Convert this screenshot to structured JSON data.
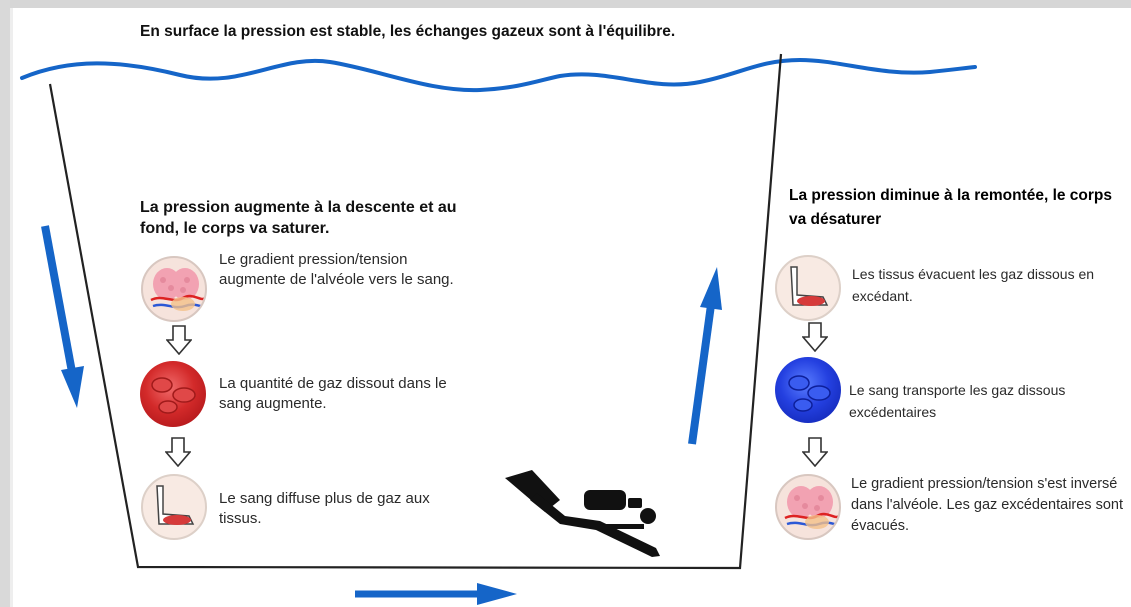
{
  "title": "En surface la pression est stable, les échanges gazeux sont à l'équilibre.",
  "left": {
    "heading": "La pression augmente à la descente et au fond, le corps va saturer.",
    "steps": [
      {
        "icon": "lung-alveoli-icon",
        "text": "Le gradient pression/tension augmente de l'alvéole vers le sang."
      },
      {
        "icon": "red-blood-cells-icon",
        "text": "La quantité de gaz dissout dans le sang augmente."
      },
      {
        "icon": "arm-muscle-icon",
        "text": "Le sang diffuse plus de gaz aux tissus."
      }
    ]
  },
  "right": {
    "heading": "La pression diminue à la remontée, le corps va désaturer",
    "steps": [
      {
        "icon": "arm-muscle-icon",
        "text": "Les tissus évacuent les gaz dissous en excédant."
      },
      {
        "icon": "blue-blood-cells-icon",
        "text": "Le sang transporte les gaz dissous excédentaires"
      },
      {
        "icon": "lung-alveoli-icon",
        "text": "Le gradient pression/tension s'est inversé dans l'alvéole. Les gaz excédentaires sont évacués."
      }
    ]
  },
  "icons": {
    "diver": "diver-icon",
    "descent_arrow": "descent-arrow-icon",
    "bottom_arrow": "bottom-arrow-icon",
    "ascent_arrow": "ascent-arrow-icon",
    "step_arrow": "down-outline-arrow-icon"
  },
  "colors": {
    "water_line": "#1565c8",
    "arrows": "#1565c8",
    "container": "#222222",
    "blood_red": "#c81e22",
    "blood_blue": "#2036d8"
  }
}
